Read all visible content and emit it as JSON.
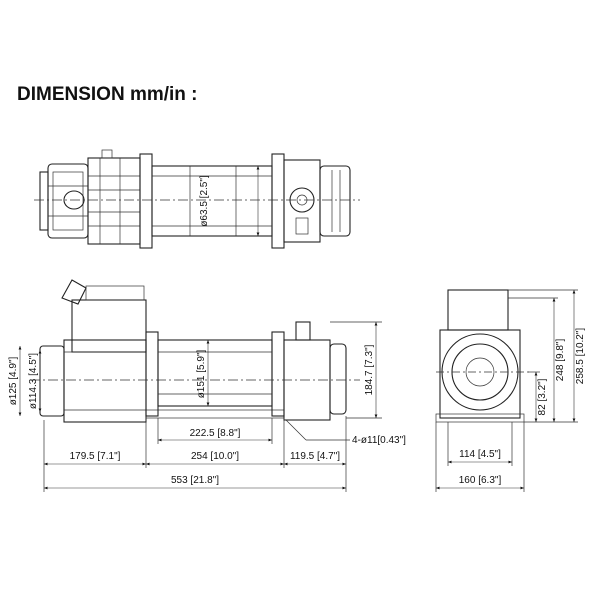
{
  "title": "DIMENSION mm/in :",
  "top_view": {
    "drum_diameter": "ø63.5 [2.5\"]"
  },
  "side_view": {
    "motor_dia": "ø125 [4.9\"]",
    "motor_inner_dia": "ø114.3 [4.5\"]",
    "drum_dia": "ø151 [5.9\"]",
    "height": "184.7 [7.3\"]",
    "drum_length": "222.5 [8.8\"]",
    "bolt_holes": "4-ø11[0.43\"]",
    "motor_length": "179.5 [7.1\"]",
    "mount_spacing": "254 [10.0\"]",
    "gear_length": "119.5 [4.7\"]",
    "overall_length": "553 [21.8\"]"
  },
  "end_view": {
    "height_248": "248 [9.8\"]",
    "height_258": "258.5 [10.2\"]",
    "center_82": "82 [3.2\"]",
    "bolt_span": "114 [4.5\"]",
    "width": "160 [6.3\"]"
  }
}
